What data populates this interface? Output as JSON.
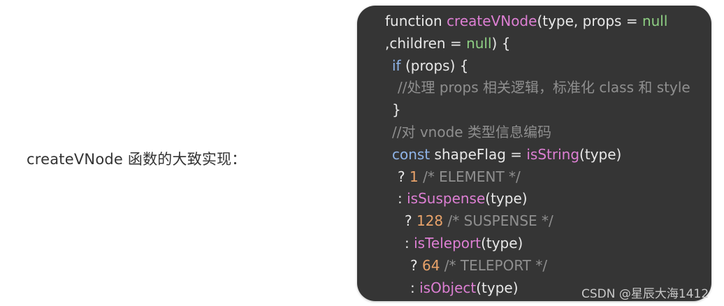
{
  "label": "createVNode 函数的大致实现：",
  "watermark": "CSDN @星辰大海1412",
  "colors": {
    "card_bg": "#353535",
    "function_name": "#dd7fd3",
    "keyword": "#8fb4e8",
    "literal": "#8ecf83",
    "number": "#e9a36a",
    "comment": "#8f8f8f"
  },
  "code_lines": [
    {
      "tokens": [
        {
          "text": "function ",
          "kind": "plain"
        },
        {
          "text": "createVNode",
          "kind": "fn"
        },
        {
          "text": "(type, props = ",
          "kind": "plain"
        },
        {
          "text": "null",
          "kind": "lit"
        }
      ]
    },
    {
      "tokens": [
        {
          "text": ",children = ",
          "kind": "plain"
        },
        {
          "text": "null",
          "kind": "lit"
        },
        {
          "text": ") {",
          "kind": "plain"
        }
      ]
    },
    {
      "tokens": [
        {
          "text": "if",
          "kind": "kw"
        },
        {
          "text": " (props) {",
          "kind": "plain"
        }
      ]
    },
    {
      "tokens": [
        {
          "text": "//处理 props 相关逻辑，标准化 class 和 style",
          "kind": "com"
        }
      ]
    },
    {
      "tokens": [
        {
          "text": "}",
          "kind": "plain"
        }
      ]
    },
    {
      "tokens": [
        {
          "text": "//对 vnode 类型信息编码",
          "kind": "com"
        }
      ]
    },
    {
      "tokens": [
        {
          "text": "const",
          "kind": "kw"
        },
        {
          "text": " shapeFlag = ",
          "kind": "plain"
        },
        {
          "text": "isString",
          "kind": "fn"
        },
        {
          "text": "(type)",
          "kind": "plain"
        }
      ]
    },
    {
      "tokens": [
        {
          "text": "? ",
          "kind": "plain"
        },
        {
          "text": "1",
          "kind": "num"
        },
        {
          "text": " /* ELEMENT */",
          "kind": "com"
        }
      ]
    },
    {
      "tokens": [
        {
          "text": ": ",
          "kind": "plain"
        },
        {
          "text": "isSuspense",
          "kind": "fn"
        },
        {
          "text": "(type)",
          "kind": "plain"
        }
      ]
    },
    {
      "tokens": [
        {
          "text": "? ",
          "kind": "plain"
        },
        {
          "text": "128",
          "kind": "num"
        },
        {
          "text": " /* SUSPENSE */",
          "kind": "com"
        }
      ]
    },
    {
      "tokens": [
        {
          "text": ": ",
          "kind": "plain"
        },
        {
          "text": "isTeleport",
          "kind": "fn"
        },
        {
          "text": "(type)",
          "kind": "plain"
        }
      ]
    },
    {
      "tokens": [
        {
          "text": "? ",
          "kind": "plain"
        },
        {
          "text": "64",
          "kind": "num"
        },
        {
          "text": " /* TELEPORT */",
          "kind": "com"
        }
      ]
    },
    {
      "tokens": [
        {
          "text": ": ",
          "kind": "plain"
        },
        {
          "text": "isObject",
          "kind": "fn"
        },
        {
          "text": "(type)",
          "kind": "plain"
        }
      ]
    }
  ]
}
